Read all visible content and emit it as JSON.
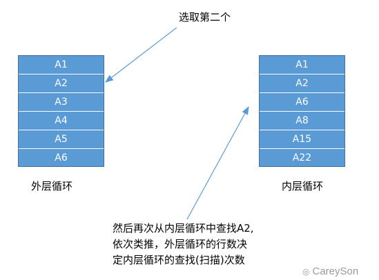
{
  "callout_text": "选取第二个",
  "outer_loop": {
    "label": "外层循环",
    "cells": [
      "A1",
      "A2",
      "A3",
      "A4",
      "A5",
      "A6"
    ]
  },
  "inner_loop": {
    "label": "内层循环",
    "cells": [
      "A1",
      "A2",
      "A6",
      "A8",
      "A15",
      "A22"
    ]
  },
  "note_lines": [
    "然后再次从内层循环中查找A2,",
    "依次类推，外层循环的行数决",
    "定内层循环的查找(扫描)次数"
  ],
  "watermark": "CareySon",
  "colors": {
    "cell_fill": "#5b9bd5",
    "cell_border": "#41719c",
    "arrow": "#5b9bd5"
  }
}
